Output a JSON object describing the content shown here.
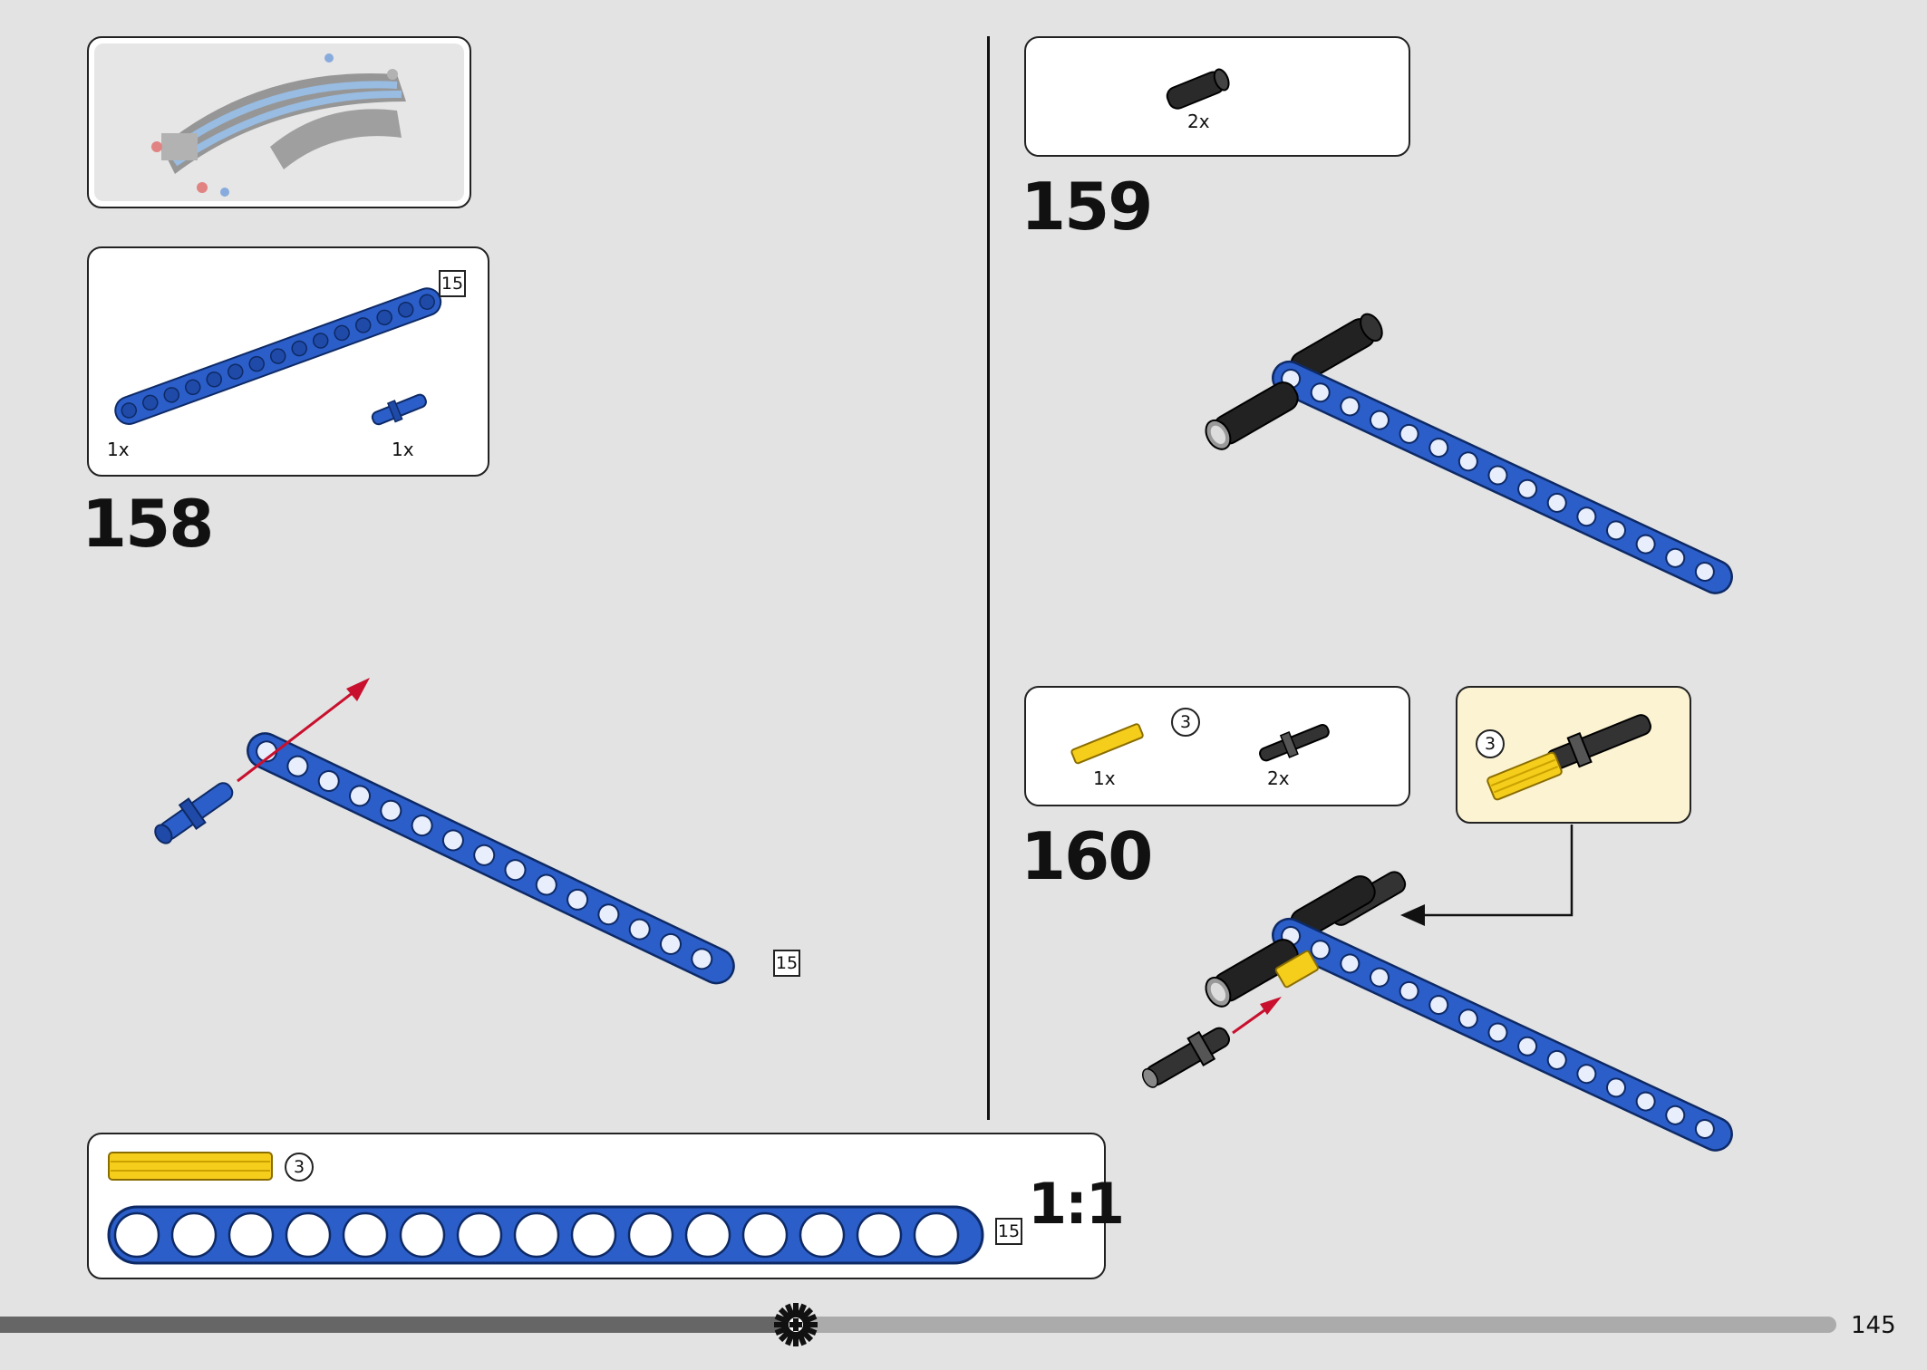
{
  "steps": {
    "s158": {
      "number": "158",
      "qty_beam": "1x",
      "qty_pin": "1x",
      "beam_len": "15",
      "model_beam_len": "15"
    },
    "s159": {
      "number": "159",
      "qty_pin": "2x"
    },
    "s160": {
      "number": "160",
      "qty_axle": "1x",
      "qty_pin": "2x",
      "axle_len": "3",
      "callout_len": "3"
    }
  },
  "scale_bar": {
    "axle_len": "3",
    "beam_len": "15",
    "scale": "1:1"
  },
  "footer": {
    "page_number": "145"
  },
  "colors": {
    "beam_blue": "#2b5ec8",
    "axle_yellow": "#f5cd1b",
    "callout_bg": "#fbf3d2",
    "arrow_red": "#c8102e"
  }
}
